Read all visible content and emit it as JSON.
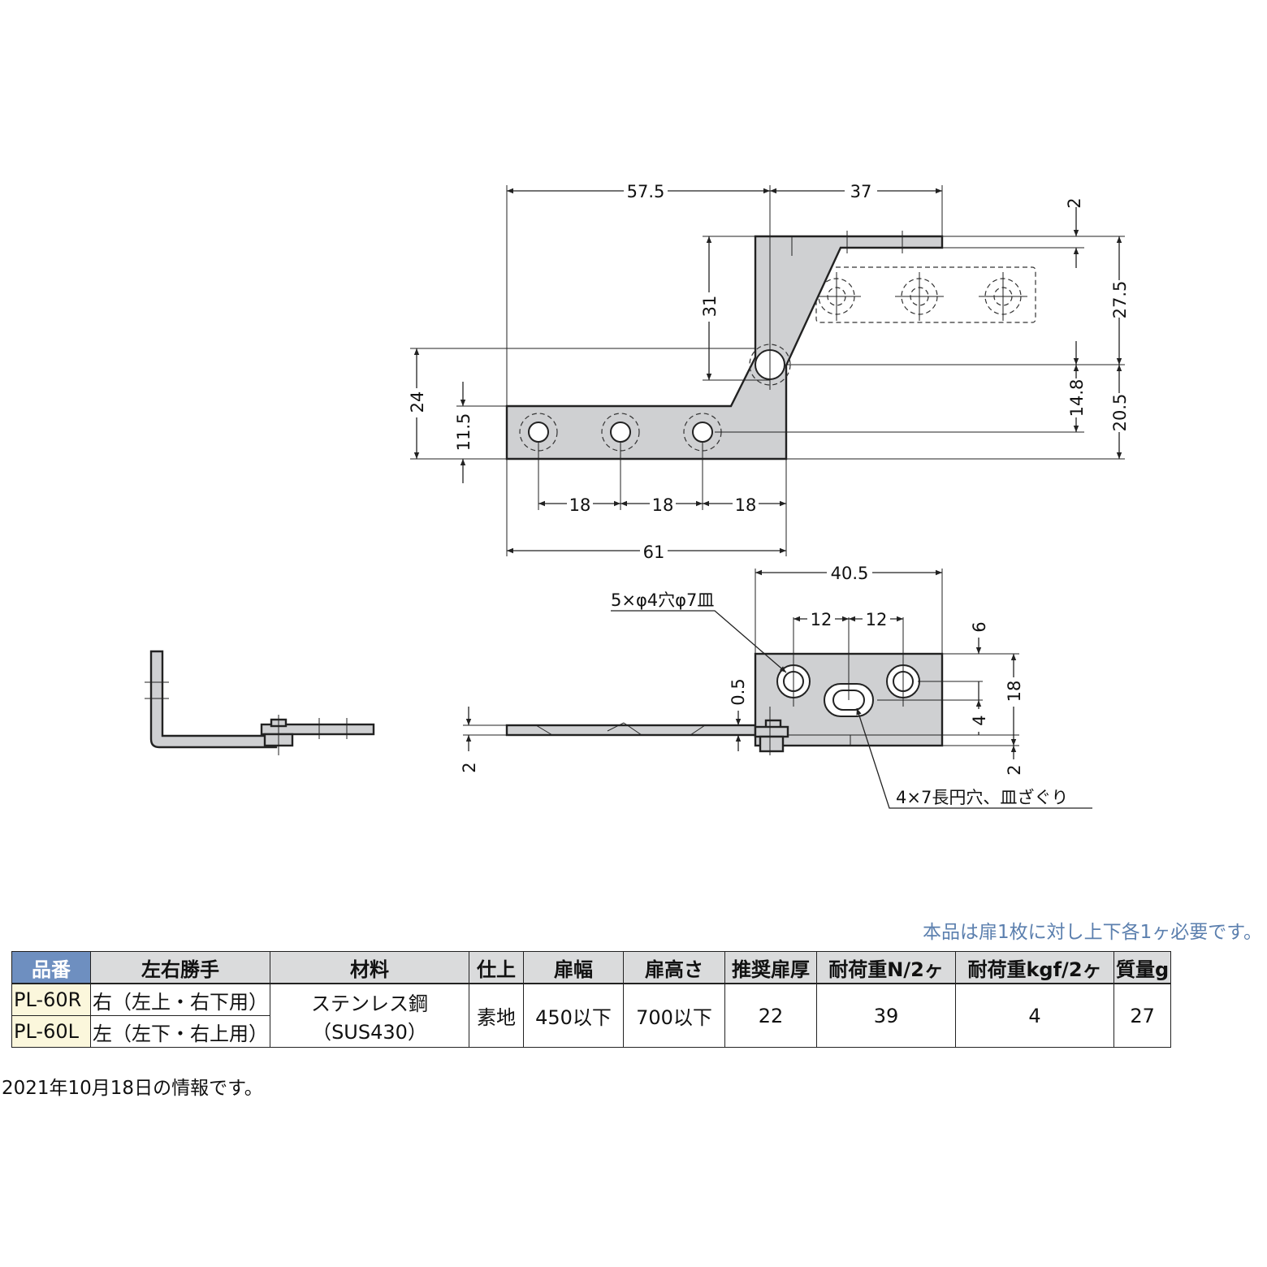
{
  "dimensions": {
    "d_57_5": "57.5",
    "d_37": "37",
    "d_2_top": "2",
    "d_27_5": "27.5",
    "d_31": "31",
    "d_24": "24",
    "d_11_5": "11.5",
    "d_14_8": "14.8",
    "d_20_5": "20.5",
    "d_18_a": "18",
    "d_18_b": "18",
    "d_18_c": "18",
    "d_61": "61",
    "d_40_5": "40.5",
    "d_12_a": "12",
    "d_12_b": "12",
    "d_6": "6",
    "d_0_5": "0.5",
    "d_18_right": "18",
    "d_4": "4",
    "d_2_side": "2",
    "d_2_bottom": "2"
  },
  "callouts": {
    "holes": "5×φ4穴φ7皿",
    "slot": "4×7長円穴、皿ざぐり"
  },
  "note": "本品は扉1枚に対し上下各1ヶ必要です。",
  "table": {
    "headers": [
      "品番",
      "左右勝手",
      "材料",
      "仕上",
      "扉幅",
      "扉高さ",
      "推奨扉厚",
      "耐荷重N/2ヶ",
      "耐荷重kgf/2ヶ",
      "質量g"
    ],
    "rows": [
      {
        "code": "PL-60R",
        "hand": "右（左上・右下用）"
      },
      {
        "code": "PL-60L",
        "hand": "左（左下・右上用）"
      }
    ],
    "material_line1": "ステンレス鋼",
    "material_line2": "（SUS430）",
    "finish": "素地",
    "door_width": "450以下",
    "door_height": "700以下",
    "door_thickness": "22",
    "load_n": "39",
    "load_kgf": "4",
    "mass": "27"
  },
  "footer": "2021年10月18日の情報です。"
}
